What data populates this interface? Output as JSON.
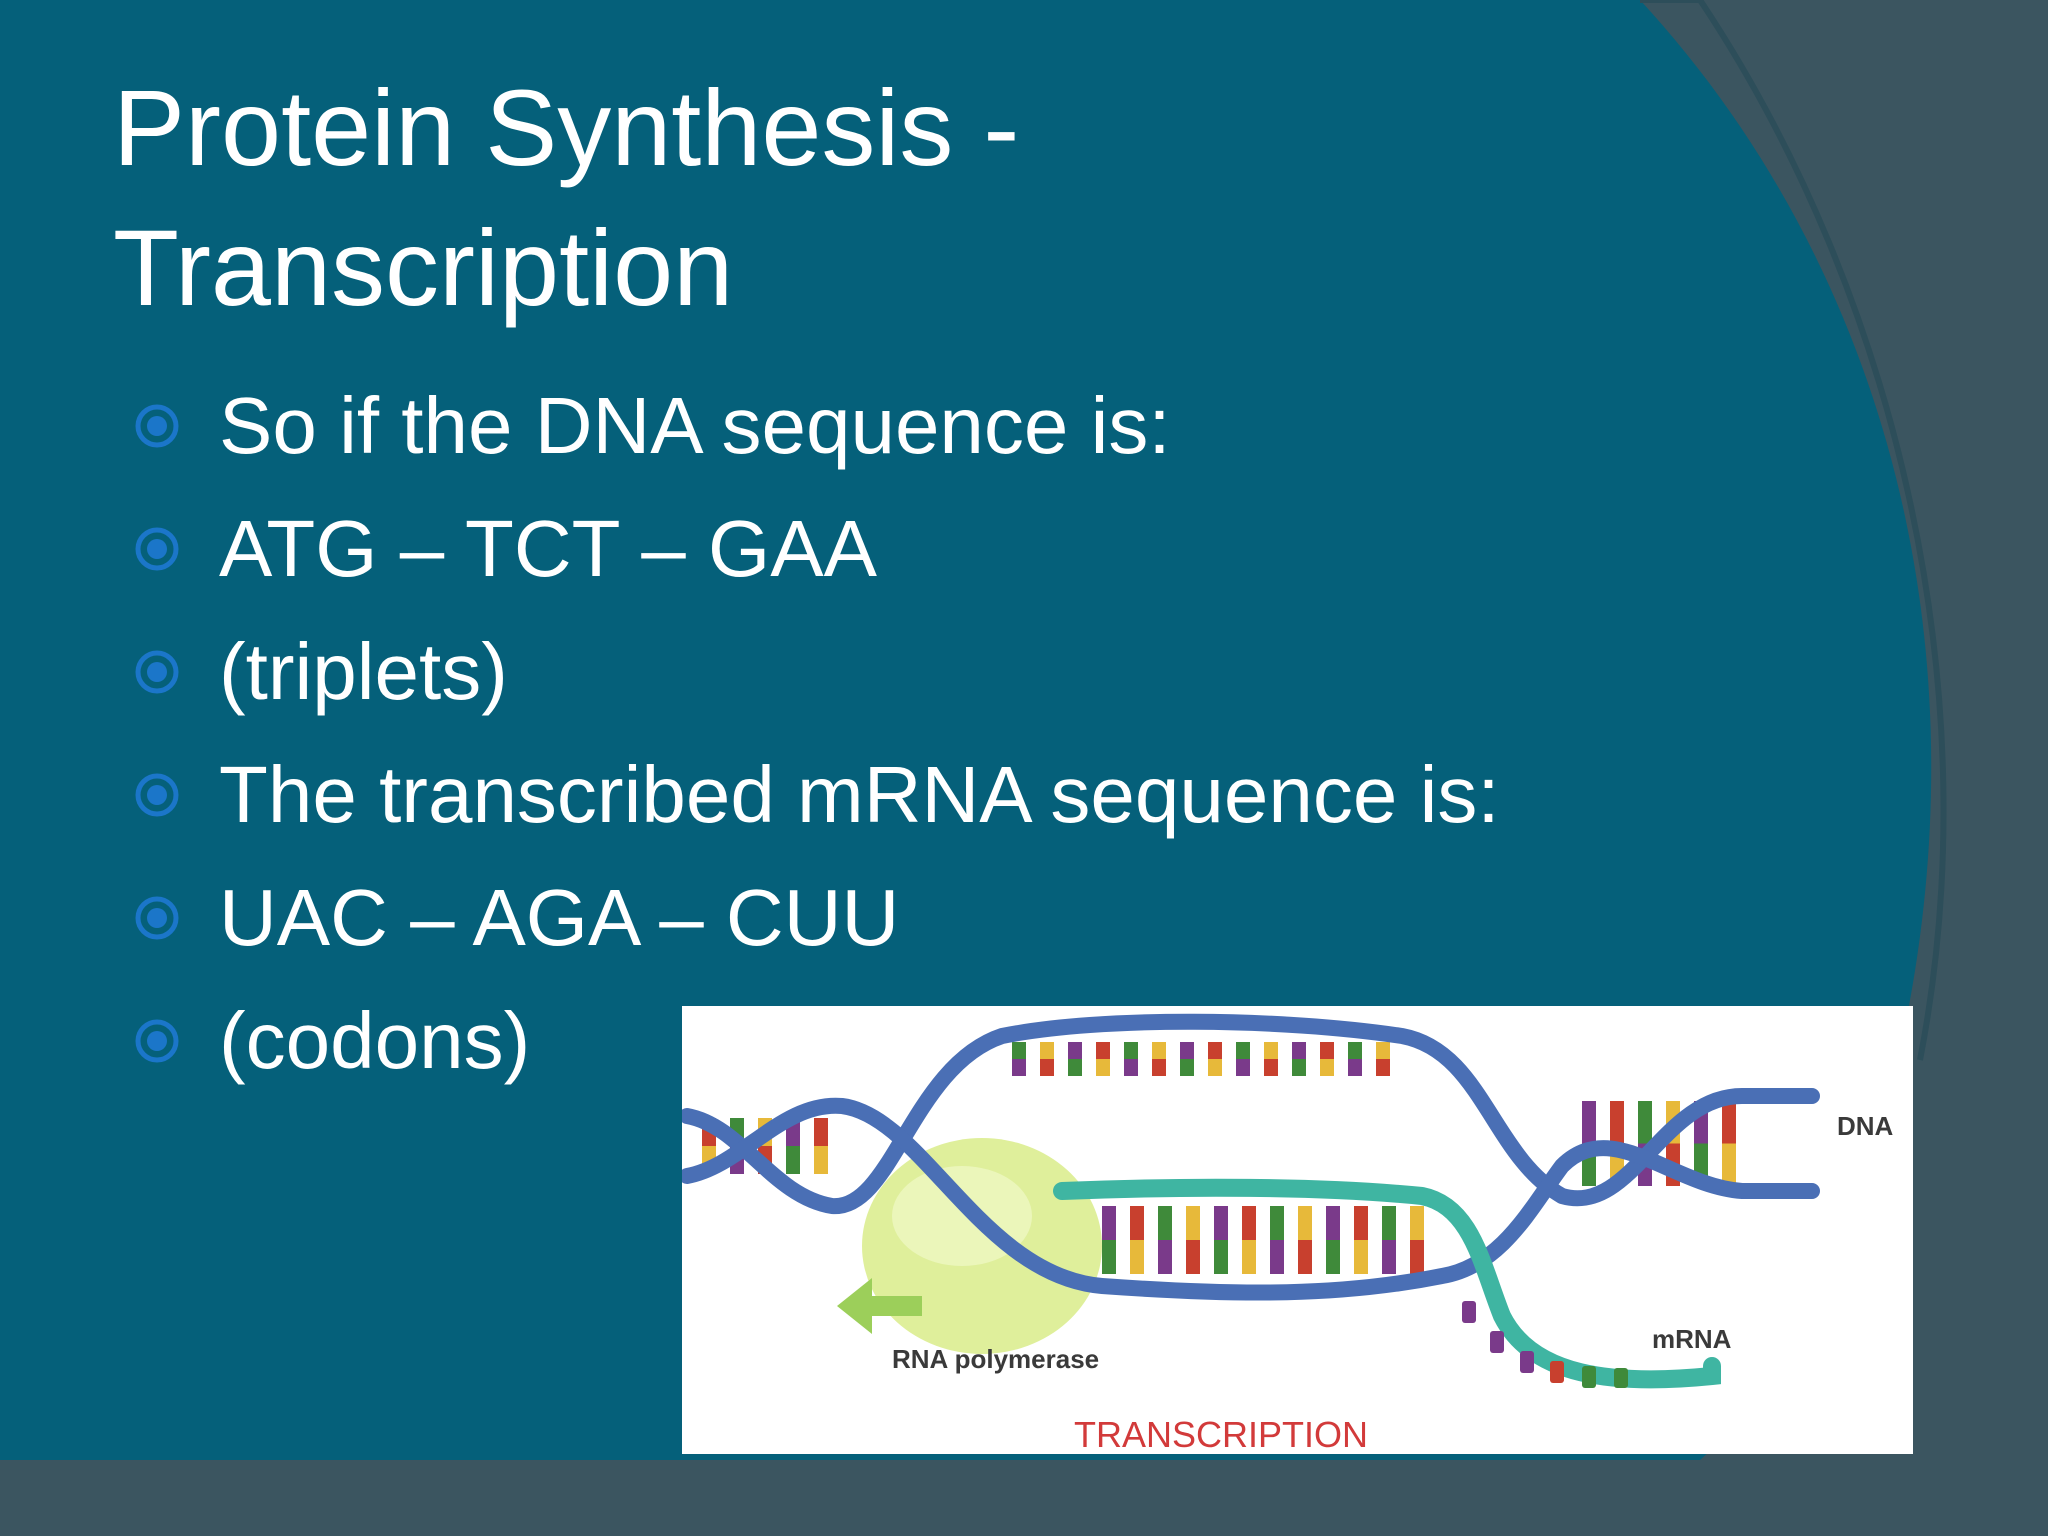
{
  "slide": {
    "title_line1": "Protein Synthesis -",
    "title_line2": "Transcription",
    "bullets": [
      "So if the DNA sequence is:",
      "ATG – TCT – GAA",
      "(triplets)",
      "The transcribed mRNA sequence is:",
      "UAC – AGA – CUU",
      "(codons)"
    ]
  },
  "figure": {
    "dna_label": "DNA",
    "mrna_label": "mRNA",
    "polymerase_label": "RNA polymerase",
    "caption": "TRANSCRIPTION"
  },
  "colors": {
    "slide_bg": "#05607a",
    "outer_bg": "#3b5560",
    "bullet": "#1b76c9",
    "text": "#ffffff",
    "dna_strand": "#4a6fb5",
    "mrna_strand": "#3fb5a2",
    "caption": "#d23a3a"
  }
}
